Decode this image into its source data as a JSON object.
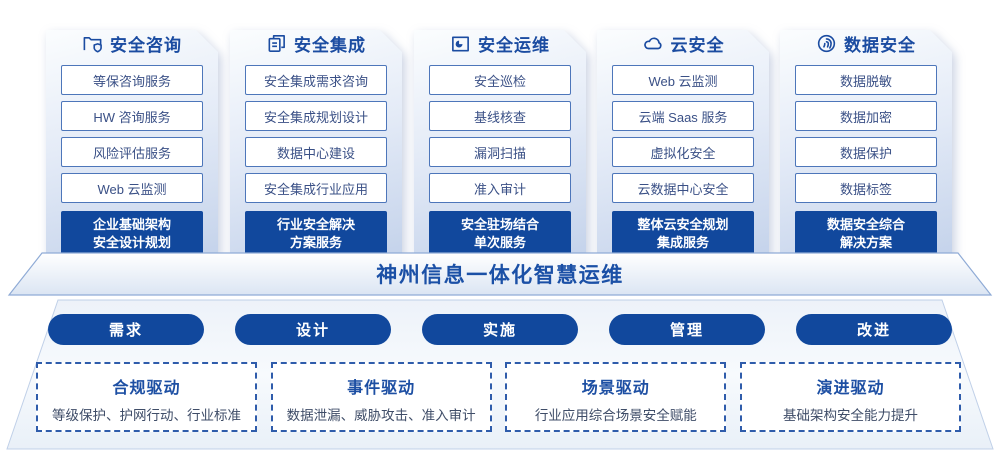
{
  "columns": [
    {
      "title": "安全咨询",
      "icon": "folder-shield-icon",
      "items": [
        "等保咨询服务",
        "HW 咨询服务",
        "风险评估服务",
        "Web 云监测"
      ],
      "highlight": "企业基础架构\n安全设计规划"
    },
    {
      "title": "安全集成",
      "icon": "documents-icon",
      "items": [
        "安全集成需求咨询",
        "安全集成规划设计",
        "数据中心建设",
        "安全集成行业应用"
      ],
      "highlight": "行业安全解决\n方案服务"
    },
    {
      "title": "安全运维",
      "icon": "folder-monitor-icon",
      "items": [
        "安全巡检",
        "基线核查",
        "漏洞扫描",
        "准入审计"
      ],
      "highlight": "安全驻场结合\n单次服务"
    },
    {
      "title": "云安全",
      "icon": "cloud-icon",
      "items": [
        "Web 云监测",
        "云端 Saas 服务",
        "虚拟化安全",
        "云数据中心安全"
      ],
      "highlight": "整体云安全规划\n集成服务"
    },
    {
      "title": "数据安全",
      "icon": "fingerprint-icon",
      "items": [
        "数据脱敏",
        "数据加密",
        "数据保护",
        "数据标签"
      ],
      "highlight": "数据安全综合\n解决方案"
    }
  ],
  "banner": {
    "title": "神州信息一体化智慧运维"
  },
  "process_steps": [
    "需求",
    "设计",
    "实施",
    "管理",
    "改进"
  ],
  "drivers": [
    {
      "title": "合规驱动",
      "desc": "等级保护、护网行动、行业标准"
    },
    {
      "title": "事件驱动",
      "desc": "数据泄漏、威胁攻击、准入审计"
    },
    {
      "title": "场景驱动",
      "desc": "行业应用综合场景安全赋能"
    },
    {
      "title": "演进驱动",
      "desc": "基础架构安全能力提升"
    }
  ],
  "colors": {
    "primary_blue": "#11489d",
    "title_blue": "#1b4ca1",
    "item_border": "#4d76ba",
    "item_text": "#3a5086",
    "banner_border": "#8fabd6",
    "stage_border": "#c0d0e8"
  }
}
